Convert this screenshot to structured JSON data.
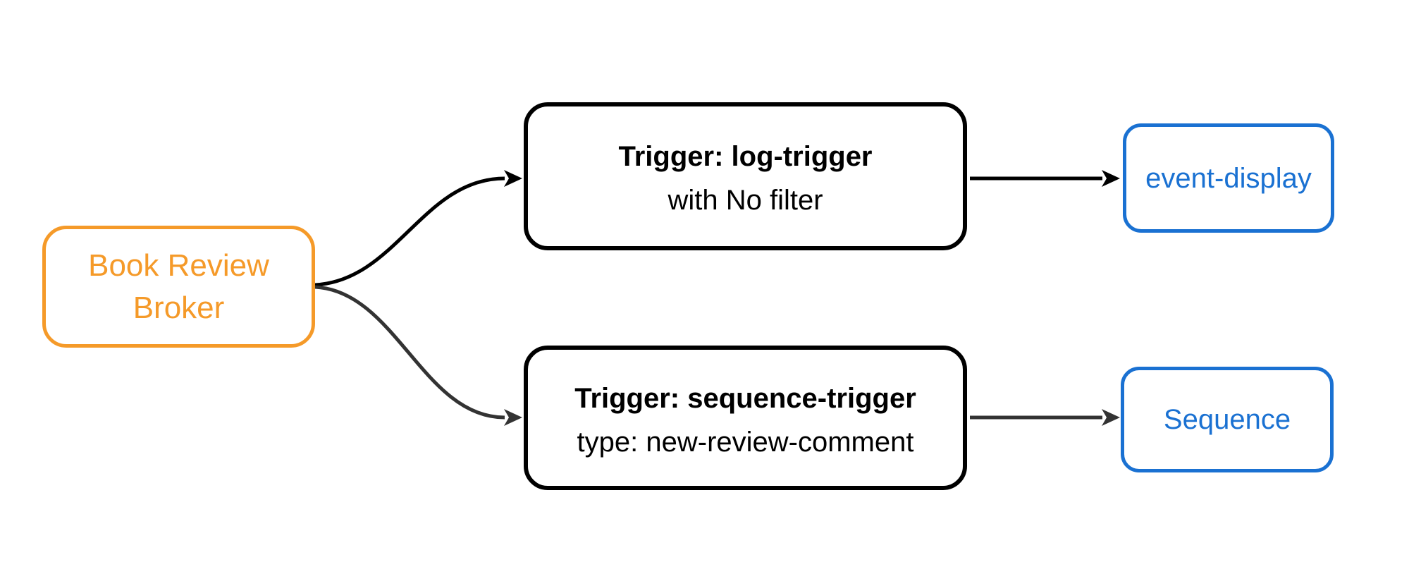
{
  "diagram_type": "flowchart",
  "nodes": {
    "broker": {
      "line1": "Book Review",
      "line2": "Broker",
      "accent_color": "#F59A29"
    },
    "log_trigger": {
      "title": "Trigger: log-trigger",
      "subtitle": "with No filter",
      "border_color": "#000000"
    },
    "sequence_trigger": {
      "title": "Trigger: sequence-trigger",
      "subtitle": "type: new-review-comment",
      "border_color": "#000000"
    },
    "event_display": {
      "label": "event-display",
      "accent_color": "#1A71D2"
    },
    "sequence": {
      "label": "Sequence",
      "accent_color": "#1A71D2"
    }
  },
  "edges": [
    {
      "from": "broker",
      "to": "log_trigger",
      "style": "curved",
      "arrow": "solid-triangle",
      "color": "#000000"
    },
    {
      "from": "broker",
      "to": "sequence_trigger",
      "style": "curved",
      "arrow": "solid-triangle",
      "color": "#333333"
    },
    {
      "from": "log_trigger",
      "to": "event_display",
      "style": "straight",
      "arrow": "solid-triangle",
      "color": "#000000"
    },
    {
      "from": "sequence_trigger",
      "to": "sequence",
      "style": "straight",
      "arrow": "solid-triangle",
      "color": "#333333"
    }
  ],
  "colors": {
    "background": "#FFFFFF",
    "broker_accent": "#F59A29",
    "output_accent": "#1A71D2",
    "trigger_border": "#000000",
    "edge_dark": "#000000",
    "edge_gray": "#333333"
  }
}
